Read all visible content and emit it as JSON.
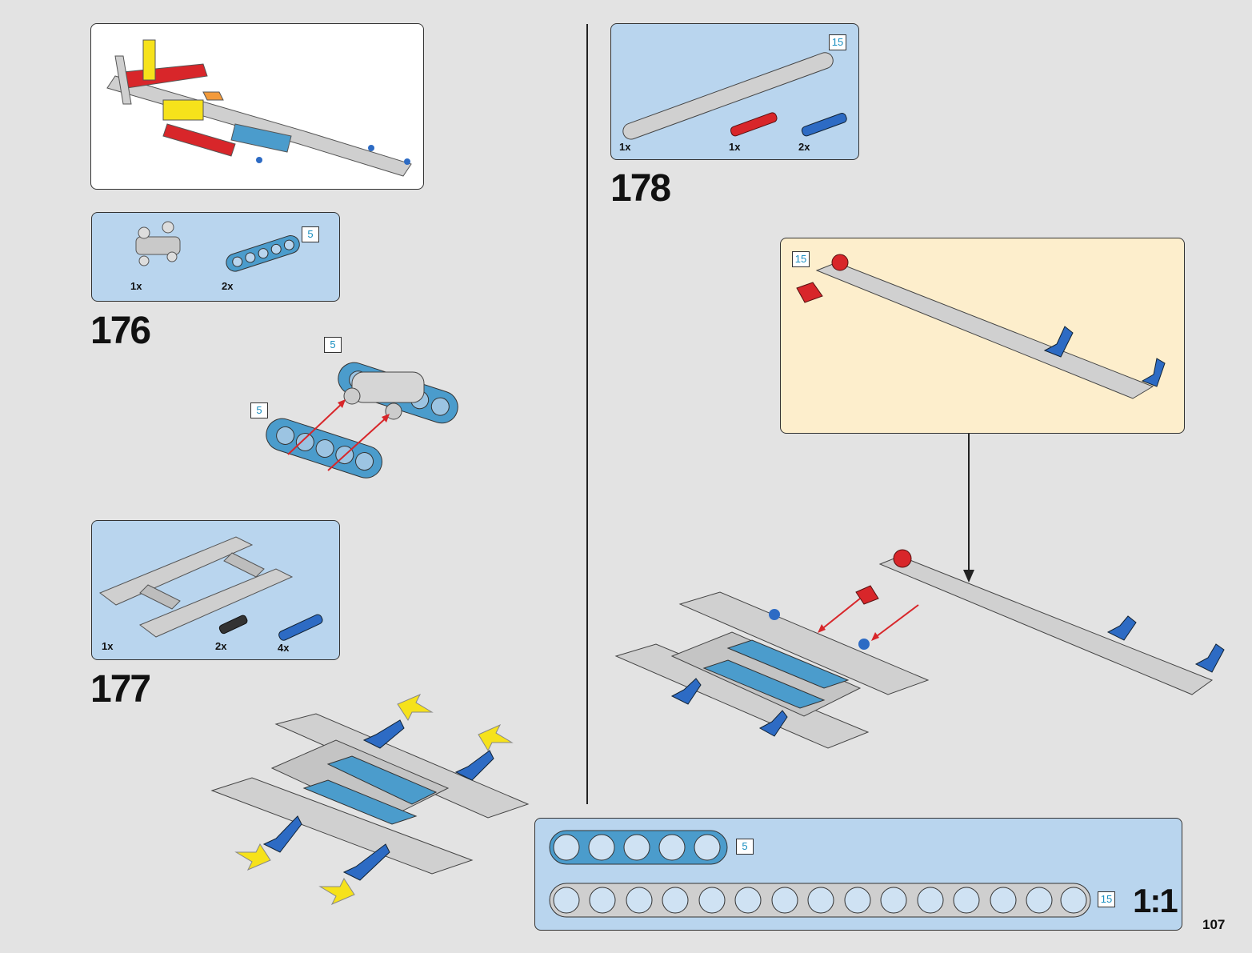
{
  "page": {
    "number": "107"
  },
  "steps": [
    {
      "number": "176",
      "parts": [
        {
          "qty": "1x"
        },
        {
          "qty": "2x",
          "length": "5"
        }
      ],
      "callouts": [
        "5",
        "5"
      ]
    },
    {
      "number": "177",
      "parts": [
        {
          "qty": "1x"
        },
        {
          "qty": "2x"
        },
        {
          "qty": "4x"
        }
      ]
    },
    {
      "number": "178",
      "parts": [
        {
          "qty": "1x",
          "length": "15"
        },
        {
          "qty": "1x"
        },
        {
          "qty": "2x"
        }
      ],
      "callouts": [
        "15"
      ]
    }
  ],
  "scale_ruler": {
    "label": "1:1",
    "beams": [
      {
        "length": "5"
      },
      {
        "length": "15"
      }
    ]
  },
  "colors": {
    "background": "#e3e3e3",
    "parts_panel": "#b9d5ee",
    "subassembly_panel": "#fdeecc",
    "beam_blue": "#4b9ccc",
    "beam_gray": "#cfcfcf",
    "pin_red": "#d8262a",
    "pin_blue": "#2d6bc4",
    "arrow_yellow": "#f6e21b"
  }
}
